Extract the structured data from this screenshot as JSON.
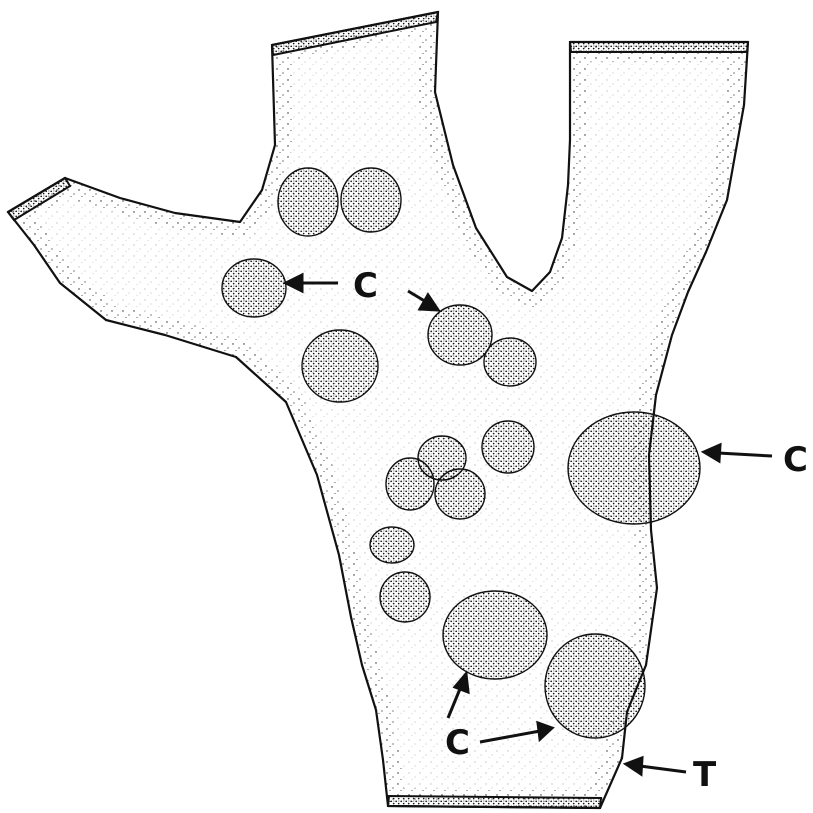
{
  "labels": {
    "c1": "C",
    "c2": "C",
    "c3": "C",
    "t": "T"
  },
  "colors": {
    "ink": "#111111",
    "background": "#ffffff"
  }
}
